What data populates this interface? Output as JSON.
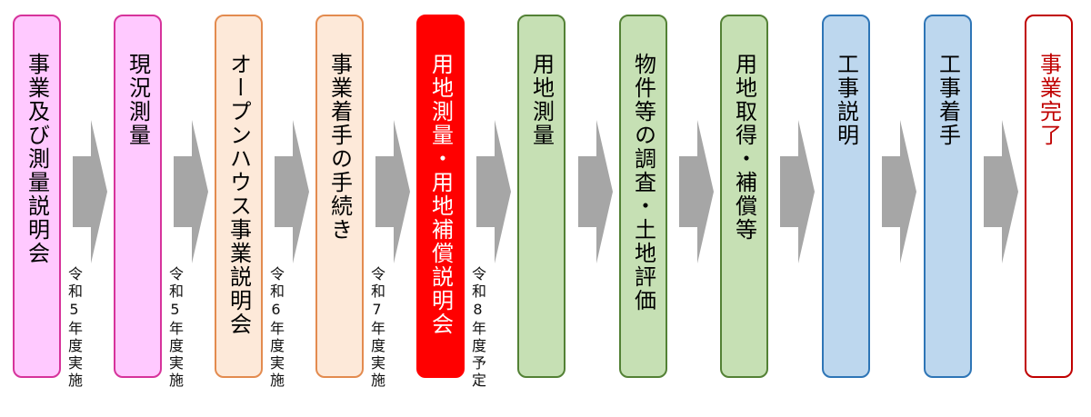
{
  "stages": [
    {
      "label": "事業及び測量説明会"
    },
    {
      "label": "現況測量"
    },
    {
      "label": "オープンハウス事業説明会"
    },
    {
      "label": "事業着手の手続き"
    },
    {
      "label": "用地測量・用地補償説明会"
    },
    {
      "label": "用地測量"
    },
    {
      "label": "物件等の調査・土地評価"
    },
    {
      "label": "用地取得・補償等"
    },
    {
      "label": "工事説明"
    },
    {
      "label": "工事着手"
    },
    {
      "label": "事業完了"
    }
  ],
  "notes": [
    "令和5年度実施",
    "令和5年度実施",
    "令和6年度実施",
    "令和7年度実施",
    "令和8年度予定"
  ],
  "colors": {
    "past": "#ffc9ff",
    "orange": "#fde9d9",
    "current": "#ff0000",
    "green": "#c6e0b4",
    "blue": "#bdd7ee",
    "final_text": "#c00000",
    "arrow": "#a6a6a6"
  }
}
